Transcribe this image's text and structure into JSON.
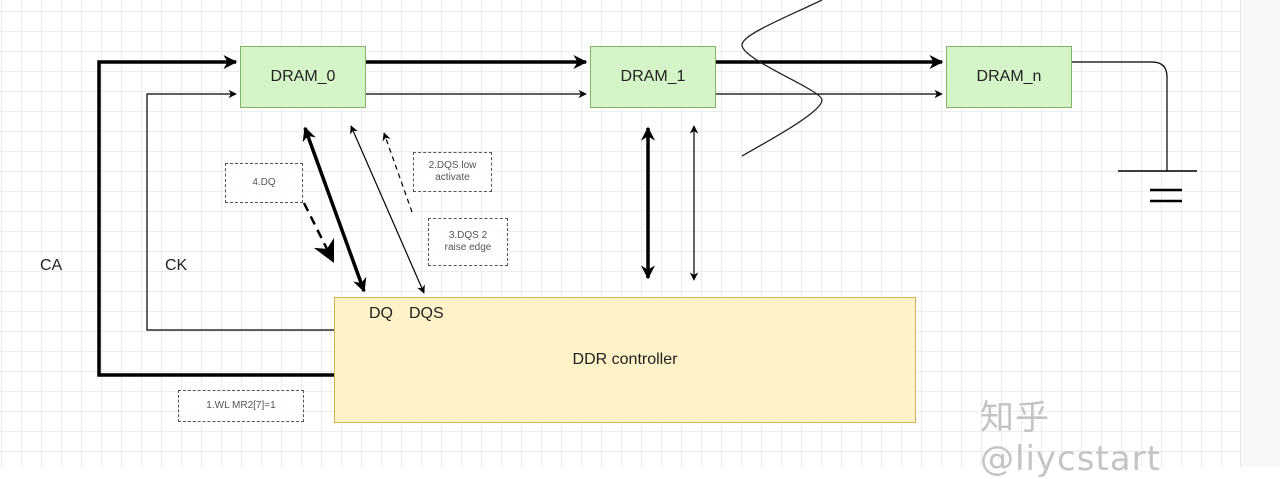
{
  "diagram": {
    "drams": [
      {
        "label": "DRAM_0"
      },
      {
        "label": "DRAM_1"
      },
      {
        "label": "DRAM_n"
      }
    ],
    "controller": {
      "label": "DDR controller",
      "port_dq": "DQ",
      "port_dqs": "DQS"
    },
    "signals": {
      "ca": "CA",
      "ck": "CK"
    },
    "notes": {
      "dq": "4.DQ",
      "dqs_low": "2.DQS low\nactivate",
      "dqs_raise": "3.DQS 2\nraise edge",
      "wl": "1.WL  MR2[7]=1"
    },
    "colors": {
      "dram_fill": "#d5f5c8",
      "dram_stroke": "#82b366",
      "controller_fill": "#fff1c8",
      "controller_stroke": "#d6b656"
    }
  },
  "watermark": "知乎 @liycstart"
}
